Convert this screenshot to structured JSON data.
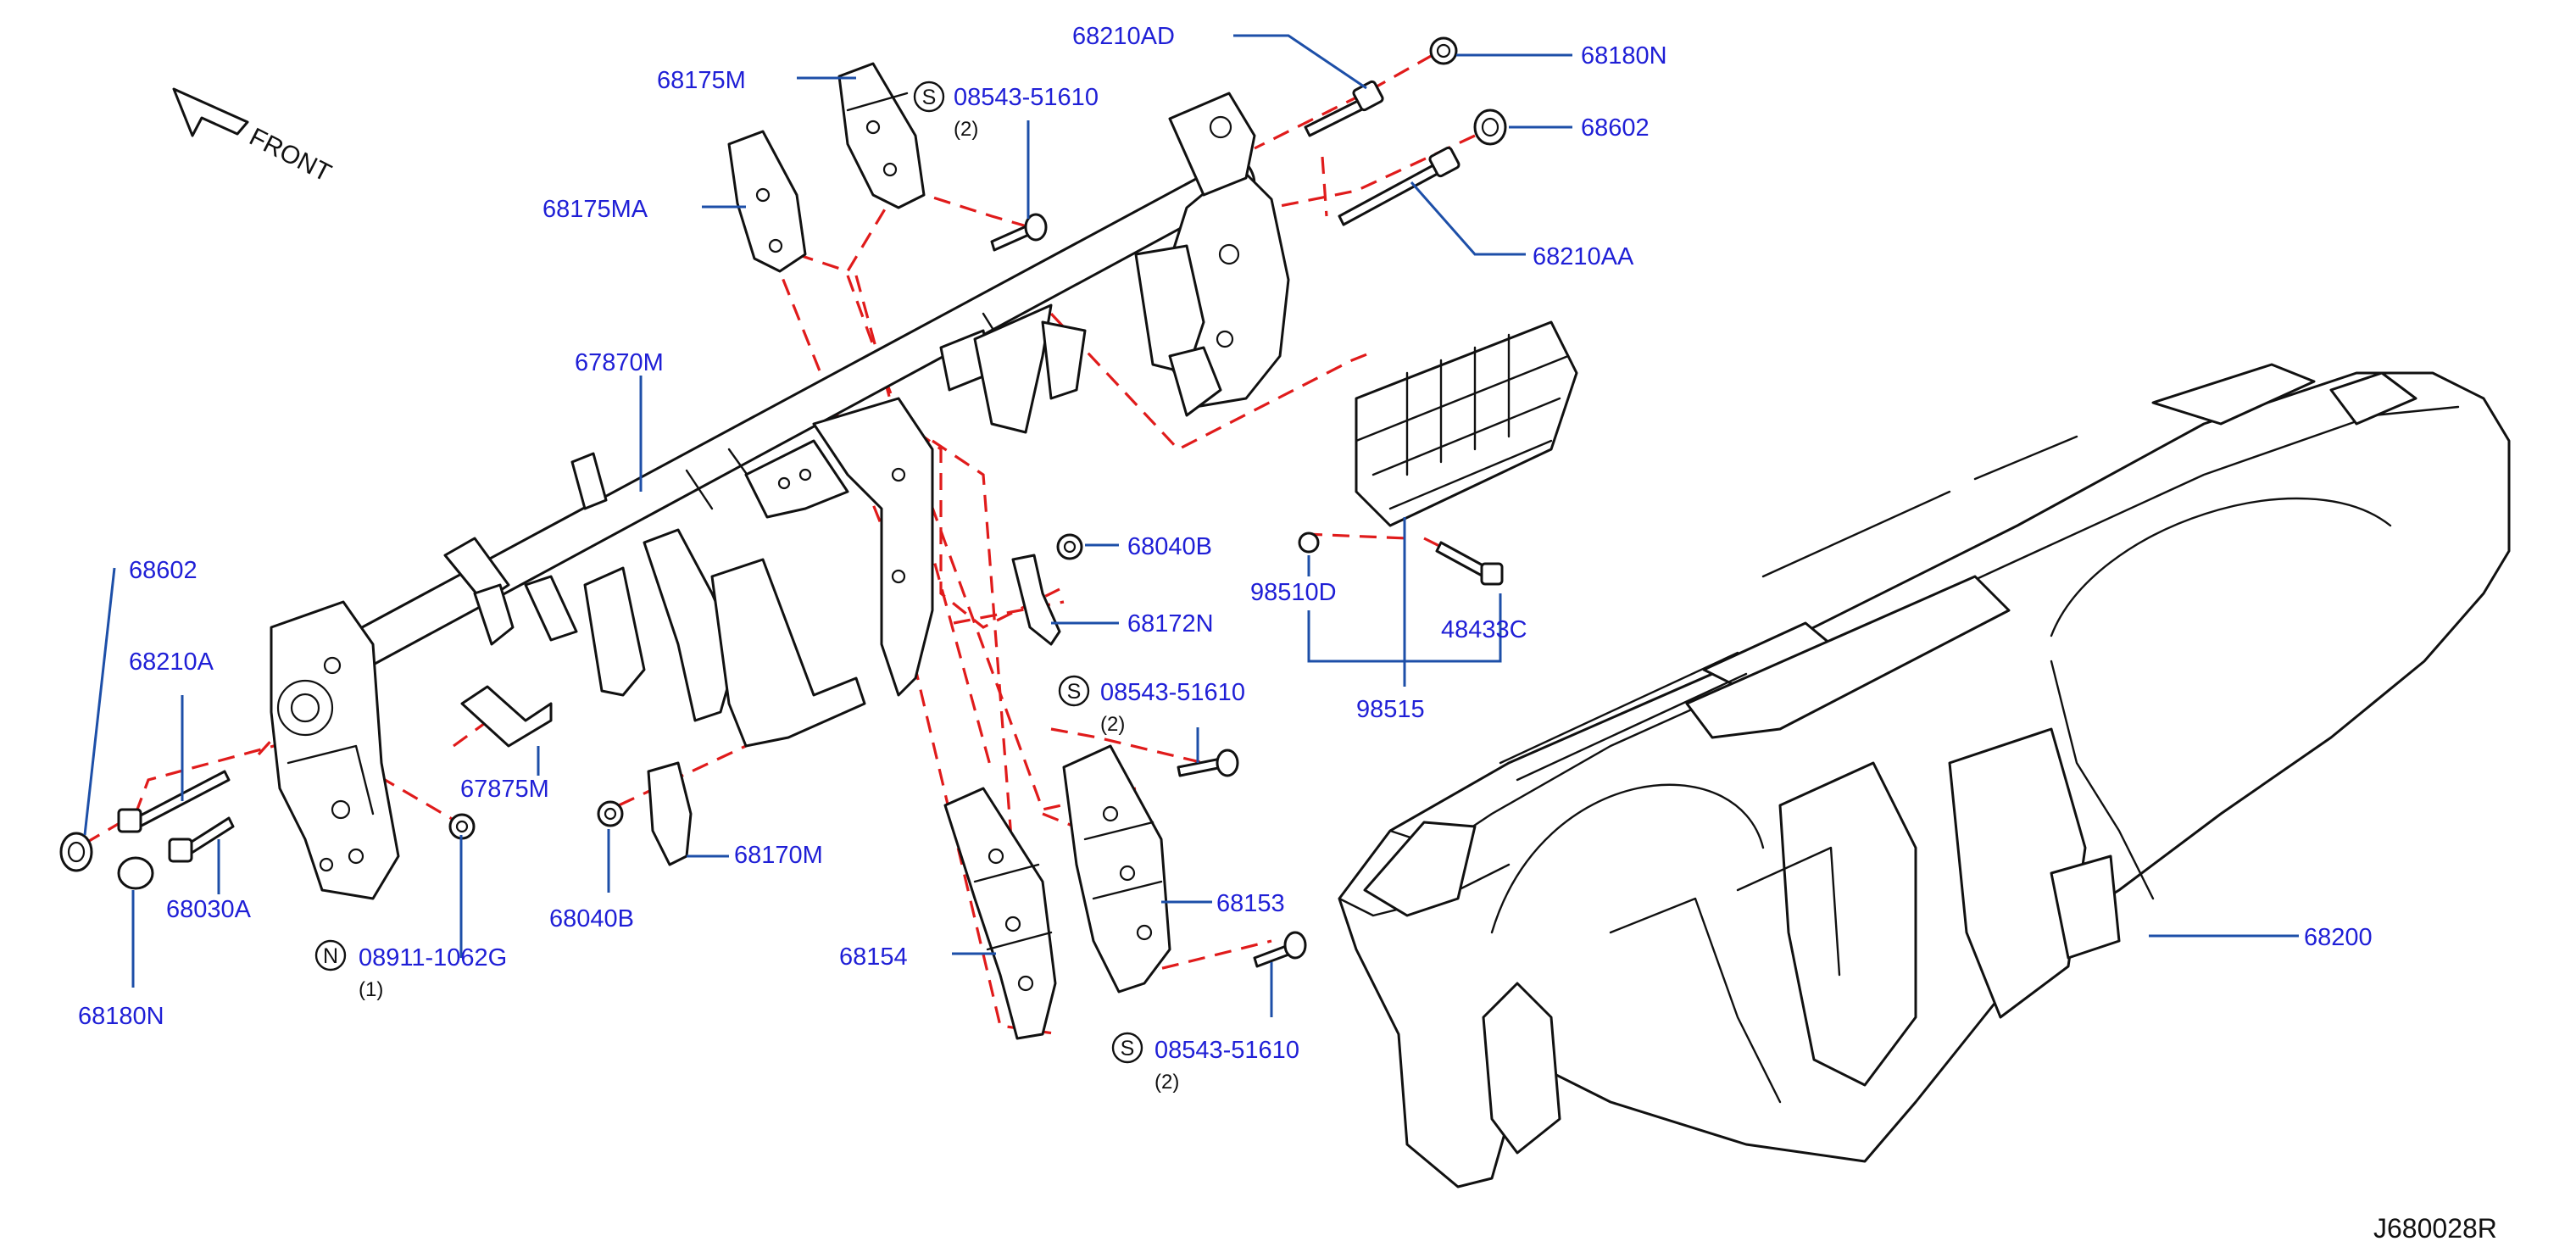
{
  "diagram": {
    "front_label": "FRONT",
    "code": "J680028R",
    "circle_letters": {
      "screw": "S",
      "nut": "N"
    },
    "labels": [
      {
        "id": "68210AD",
        "text": "68210AD"
      },
      {
        "id": "68180N_top",
        "text": "68180N"
      },
      {
        "id": "68602_top",
        "text": "68602"
      },
      {
        "id": "68210AA",
        "text": "68210AA"
      },
      {
        "id": "68175M",
        "text": "68175M"
      },
      {
        "id": "08543_top",
        "text": "08543-51610",
        "qty": "(2)",
        "circle": "S"
      },
      {
        "id": "68175MA",
        "text": "68175MA"
      },
      {
        "id": "67870M",
        "text": "67870M"
      },
      {
        "id": "68040B_right",
        "text": "68040B"
      },
      {
        "id": "68172N",
        "text": "68172N"
      },
      {
        "id": "98510D",
        "text": "98510D"
      },
      {
        "id": "48433C",
        "text": "48433C"
      },
      {
        "id": "98515",
        "text": "98515"
      },
      {
        "id": "08543_mid",
        "text": "08543-51610",
        "qty": "(2)",
        "circle": "S"
      },
      {
        "id": "68602_left",
        "text": "68602"
      },
      {
        "id": "68210A",
        "text": "68210A"
      },
      {
        "id": "67875M",
        "text": "67875M"
      },
      {
        "id": "68030A",
        "text": "68030A"
      },
      {
        "id": "68170M",
        "text": "68170M"
      },
      {
        "id": "68153",
        "text": "68153"
      },
      {
        "id": "68040B_left",
        "text": "68040B"
      },
      {
        "id": "08911",
        "text": "08911-1062G",
        "qty": "(1)",
        "circle": "N"
      },
      {
        "id": "68154",
        "text": "68154"
      },
      {
        "id": "68180N_left",
        "text": "68180N"
      },
      {
        "id": "08543_bot",
        "text": "08543-51610",
        "qty": "(2)",
        "circle": "S"
      },
      {
        "id": "68200",
        "text": "68200"
      }
    ]
  }
}
